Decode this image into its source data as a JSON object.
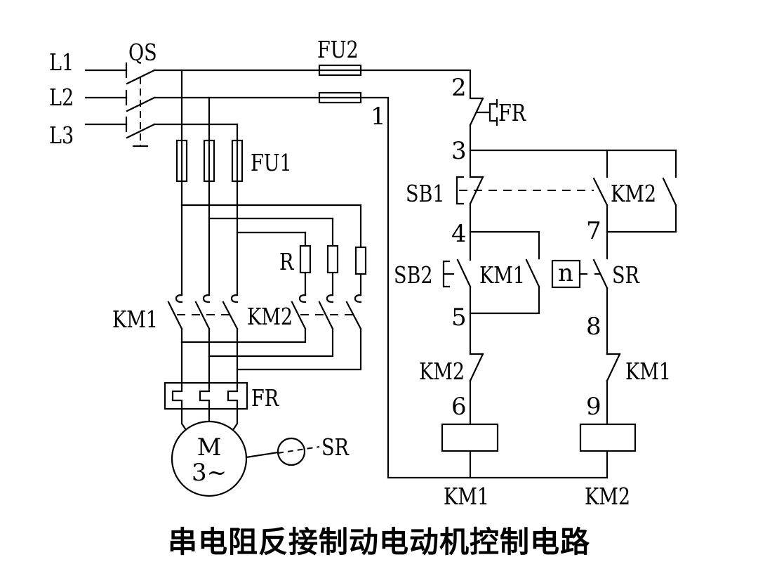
{
  "title": "串电阻反接制动电动机控制电路",
  "colors": {
    "line": "#000000",
    "background": "#ffffff"
  },
  "main_circuit": {
    "lines": [
      "L1",
      "L2",
      "L3"
    ],
    "switch": "QS",
    "fuses": "FU1",
    "resistor": "R",
    "forward_contactor": "KM1",
    "reverse_contactor": "KM2",
    "thermal_relay": "FR",
    "motor": {
      "symbol": "M",
      "phase": "3~"
    },
    "speed_relay": "SR"
  },
  "control_circuit": {
    "fuse": "FU2",
    "nodes": [
      "1",
      "2",
      "3",
      "4",
      "5",
      "6",
      "7",
      "8",
      "9"
    ],
    "thermal_contact": "FR",
    "stop_button": "SB1",
    "start_button": "SB2",
    "km1_hold_contact": "KM1",
    "km2_contact": "KM2",
    "speed_box": "n",
    "speed_contact": "SR",
    "km2_interlock": "KM2",
    "km1_interlock": "KM1",
    "coil_left": "KM1",
    "coil_right": "KM2"
  }
}
